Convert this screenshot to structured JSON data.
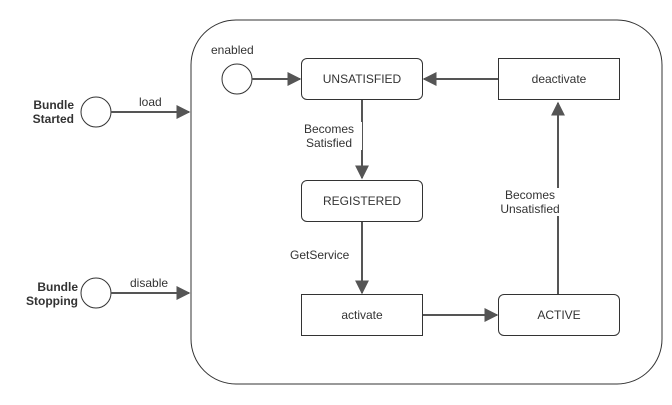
{
  "external_events": [
    {
      "id": "bundle-started",
      "label": "Bundle\nStarted",
      "edge_label": "load"
    },
    {
      "id": "bundle-stopping",
      "label": "Bundle\nStopping",
      "edge_label": "disable"
    }
  ],
  "initial_state_label": "enabled",
  "states": {
    "unsatisfied": "UNSATISFIED",
    "registered": "REGISTERED",
    "activate": "activate",
    "active": "ACTIVE",
    "deactivate": "deactivate"
  },
  "transitions": {
    "becomes_satisfied": "Becomes\nSatisfied",
    "get_service": "GetService",
    "becomes_unsatisfied": "Becomes\nUnsatisfied"
  },
  "colors": {
    "stroke": "#333333",
    "arrow": "#555555",
    "background": "#ffffff"
  }
}
